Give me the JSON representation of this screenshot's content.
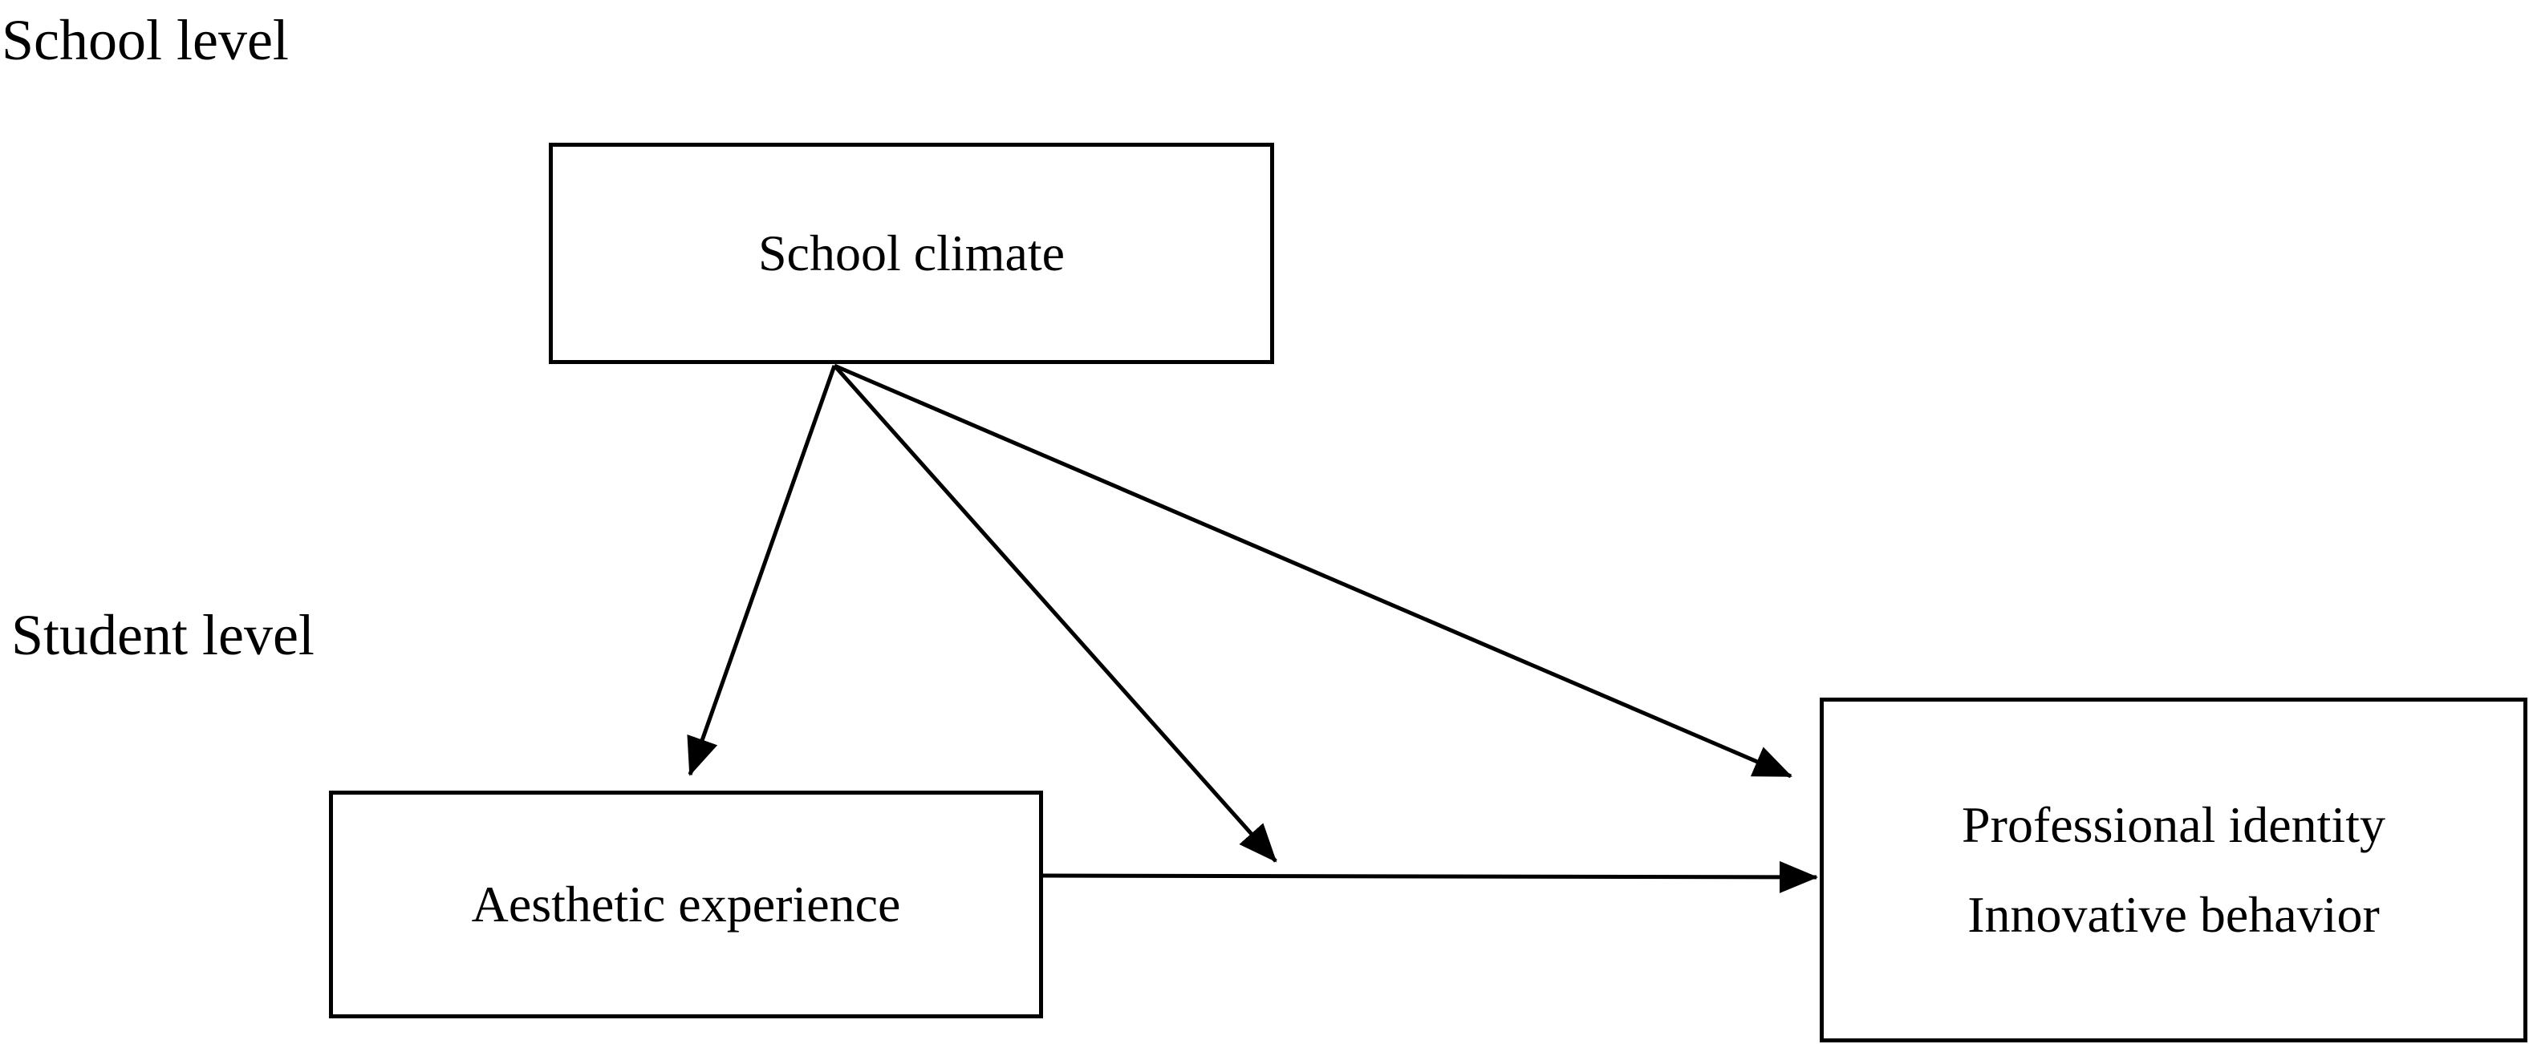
{
  "levels": {
    "school": "School level",
    "student": "Student level"
  },
  "nodes": {
    "school_climate": "School climate",
    "aesthetic_experience": "Aesthetic experience",
    "outcomes": [
      "Professional identity",
      "Innovative behavior"
    ]
  },
  "edges": [
    {
      "from": "School climate",
      "to": "Aesthetic experience"
    },
    {
      "from": "School climate",
      "to": "Aesthetic experience → Professional identity / Innovative behavior"
    },
    {
      "from": "School climate",
      "to": "Professional identity / Innovative behavior"
    },
    {
      "from": "Aesthetic experience",
      "to": "Professional identity / Innovative behavior"
    }
  ],
  "colors": {
    "stroke": "#000000",
    "background": "#ffffff"
  }
}
